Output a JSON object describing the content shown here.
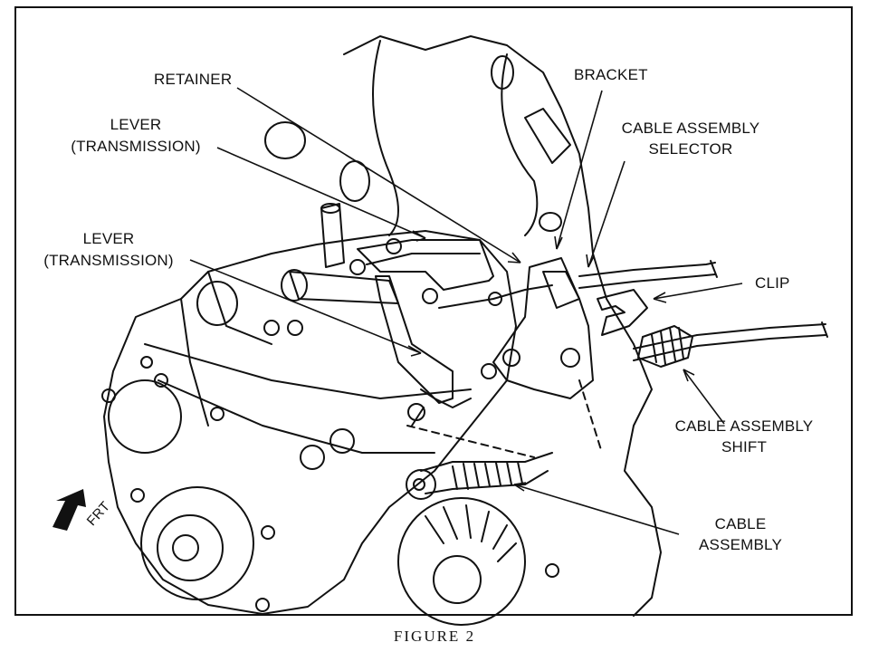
{
  "labels": {
    "retainer": "RETAINER",
    "lever_upper_1": "LEVER",
    "lever_upper_2": "(TRANSMISSION)",
    "lever_lower_1": "LEVER",
    "lever_lower_2": "(TRANSMISSION)",
    "bracket": "BRACKET",
    "cable_selector_1": "CABLE ASSEMBLY",
    "cable_selector_2": "SELECTOR",
    "clip": "CLIP",
    "cable_shift_1": "CABLE ASSEMBLY",
    "cable_shift_2": "SHIFT",
    "cable_1": "CABLE",
    "cable_2": "ASSEMBLY",
    "frt": "FRT"
  },
  "caption": "FIGURE 2",
  "colors": {
    "ink": "#111111",
    "paper": "#ffffff",
    "shade": "#555555"
  }
}
